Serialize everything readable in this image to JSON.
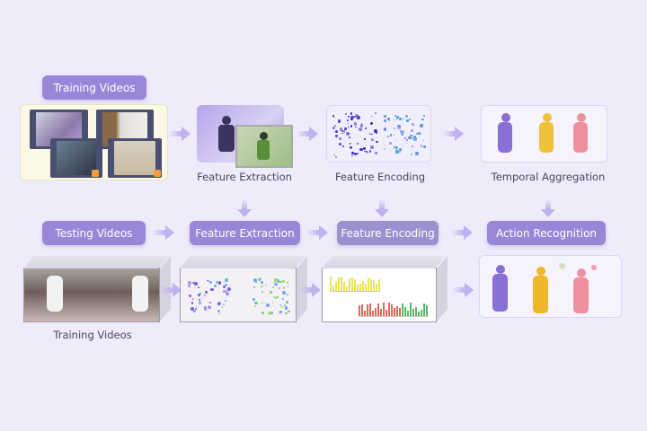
{
  "top_row": {
    "training_videos_label": "Training Videos",
    "feature_extraction_caption": "Feature Extraction",
    "feature_encoding_caption": "Feature Encoding",
    "temporal_aggregation_caption": "Temporal Aggregation"
  },
  "bottom_row": {
    "testing_videos_label": "Testing Videos",
    "feature_extraction_label": "Feature Extraction",
    "feature_encoding_label": "Feature Encoding",
    "action_recognition_label": "Action Recognition",
    "training_videos_caption": "Training Videos"
  },
  "colors": {
    "pill": "#9a86d8",
    "figure_purple": "#8a6fd6",
    "figure_yellow": "#f0c23a",
    "figure_pink": "#ee8f9e"
  }
}
